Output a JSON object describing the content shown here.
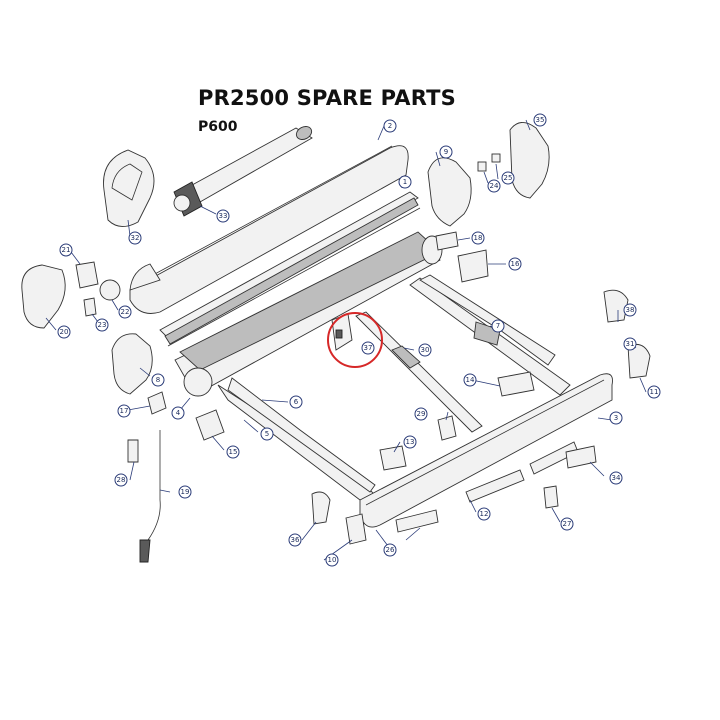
{
  "title": "PR2500 SPARE PARTS",
  "subtitle": "P600",
  "highlight_color": "#d62828",
  "callout_color": "#2a3b78",
  "callouts": [
    "1",
    "2",
    "3",
    "4",
    "5",
    "6",
    "7",
    "8",
    "9",
    "10",
    "11",
    "12",
    "13",
    "14",
    "15",
    "16",
    "17",
    "18",
    "19",
    "20",
    "21",
    "22",
    "23",
    "24",
    "25",
    "26",
    "27",
    "28",
    "29",
    "30",
    "31",
    "32",
    "33",
    "34",
    "35",
    "36",
    "37",
    "38"
  ],
  "highlighted_part": "37"
}
